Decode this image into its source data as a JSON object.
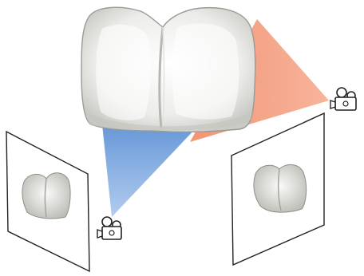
{
  "scene": {
    "main_object": "tooth-model",
    "cameras": [
      {
        "id": "left-camera",
        "icon": "video-camera-icon",
        "frustum_color": "#6e9fd9"
      },
      {
        "id": "right-camera",
        "icon": "video-camera-icon",
        "frustum_color": "#f4a489"
      }
    ],
    "image_planes": [
      {
        "id": "left-image-plane",
        "content": "tooth-thumbnail"
      },
      {
        "id": "right-image-plane",
        "content": "tooth-thumbnail"
      }
    ]
  },
  "colors": {
    "tooth_fill": "#eeeeec",
    "tooth_shade": "#cfcfca",
    "tooth_outline": "#9a9a96",
    "plane_stroke": "#222222",
    "blue_frustum": "#6e9fd9",
    "orange_frustum": "#f4a489"
  }
}
